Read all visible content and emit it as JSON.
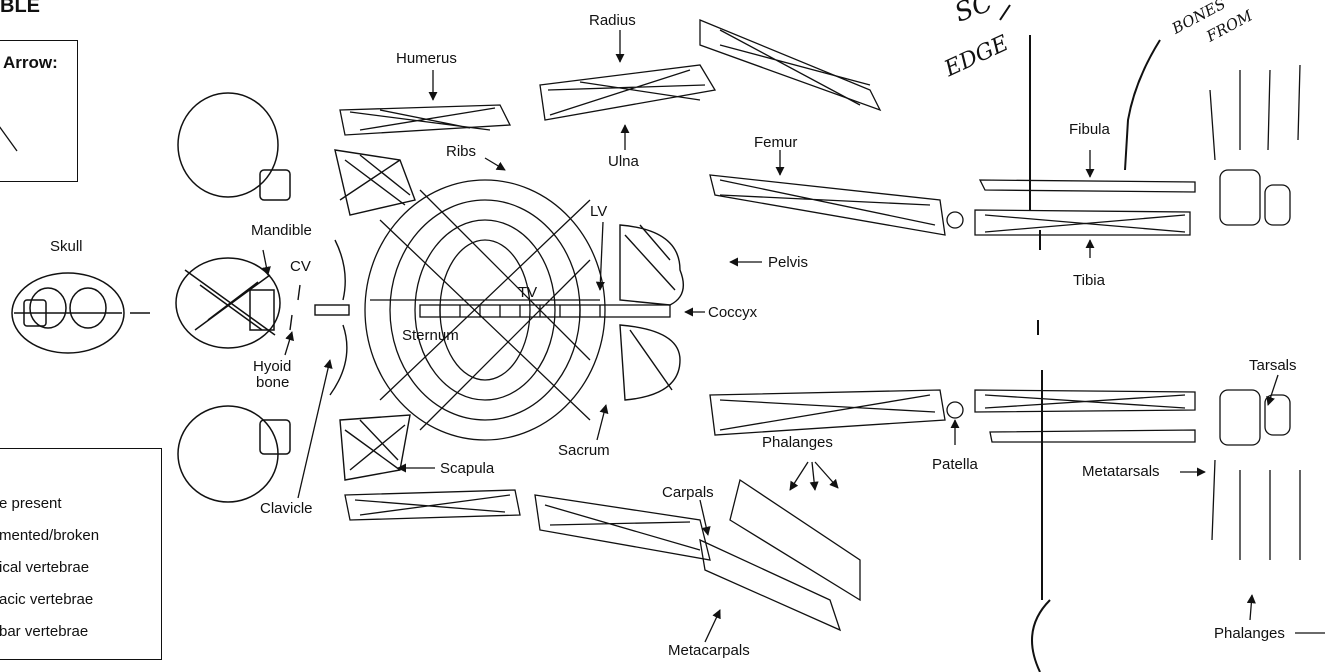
{
  "title_fragment": "BLE",
  "arrow_box": {
    "label": "Arrow:"
  },
  "labels": {
    "skull": "Skull",
    "mandible": "Mandible",
    "cv": "CV",
    "hyoid": "Hyoid",
    "hyoid2": "bone",
    "clavicle": "Clavicle",
    "scapula": "Scapula",
    "humerus": "Humerus",
    "radius": "Radius",
    "ulna": "Ulna",
    "ribs": "Ribs",
    "sternum": "Sternum",
    "tv": "TV",
    "lv": "LV",
    "sacrum": "Sacrum",
    "coccyx": "Coccyx",
    "pelvis": "Pelvis",
    "femur": "Femur",
    "fibula": "Fibula",
    "tibia": "Tibia",
    "patella": "Patella",
    "tarsals": "Tarsals",
    "metatarsals": "Metatarsals",
    "phalanges_foot": "Phalanges",
    "phalanges_hand": "Phalanges",
    "carpals": "Carpals",
    "metacarpals": "Metacarpals"
  },
  "legend": [
    "e present",
    "mented/broken",
    "ical vertebrae",
    "acic vertebrae",
    "bar vertebrae"
  ],
  "handwriting": {
    "top_a": "SC",
    "top_b": "EDGE",
    "top_c": "BONES",
    "top_d": "FROM"
  }
}
